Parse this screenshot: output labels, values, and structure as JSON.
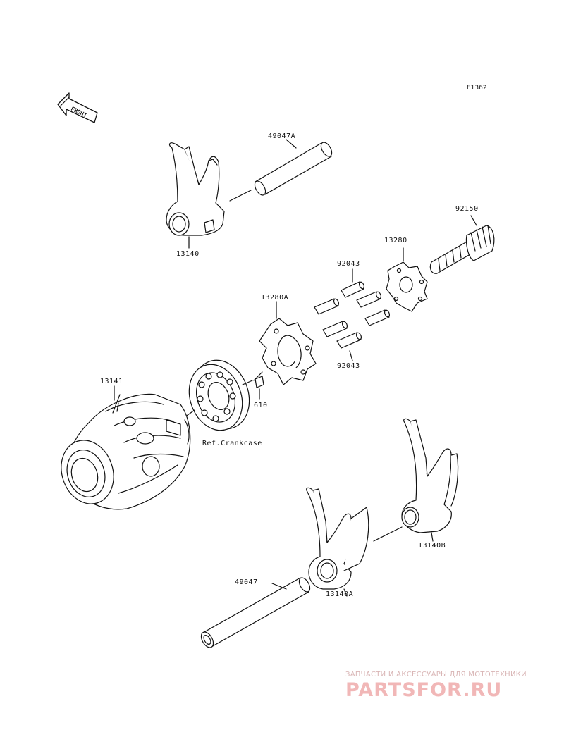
{
  "diagram_code": "E1362",
  "front_arrow_label": "FRONT",
  "parts": {
    "p_49047A": "49047A",
    "p_13140": "13140",
    "p_92150": "92150",
    "p_13280": "13280",
    "p_92043_top": "92043",
    "p_13280A": "13280A",
    "p_92043_bottom": "92043",
    "p_13141": "13141",
    "p_610": "610",
    "p_13140B": "13140B",
    "p_49047": "49047",
    "p_13140A": "13140A"
  },
  "notes": {
    "ref_crankcase": "Ref.Crankcase"
  },
  "watermark": {
    "tagline": "ЗАПЧАСТИ И АКСЕССУАРЫ ДЛЯ МОТОТЕХНИКИ",
    "logo": "PARTSFOR.RU"
  }
}
